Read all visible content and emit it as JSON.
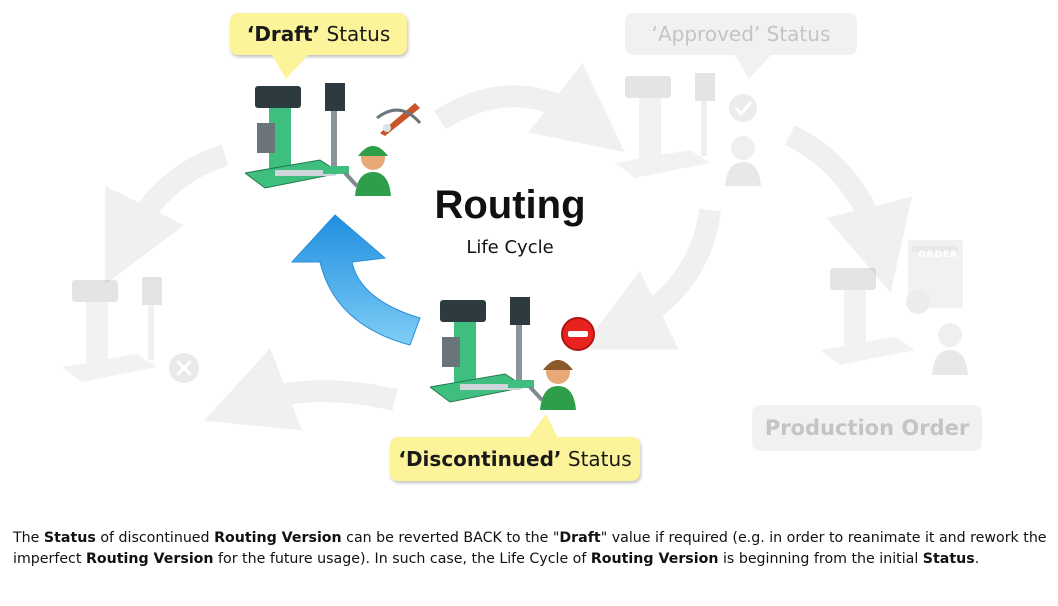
{
  "diagram": {
    "title": "Routing",
    "subtitle": "Life Cycle",
    "statuses": {
      "draft": {
        "quote": "‘Draft’",
        "suffix": "Status"
      },
      "approved": {
        "quote": "‘Approved’",
        "suffix": "Status"
      },
      "discontinued": {
        "quote": "‘Discontinued’",
        "suffix": "Status"
      }
    },
    "production_order": "Production Order",
    "order_doc_label": "ORDER"
  },
  "description": {
    "p1": "The ",
    "b1": "Status",
    "p2": " of discontinued ",
    "b2": "Routing Version",
    "p3": " can be reverted BACK to the \"",
    "b3": "Draft",
    "p4": "\" value if required (e.g. in order to reanimate it and rework the imperfect ",
    "b4": "Routing Version",
    "p5": " for the future usage).  In such case, the Life Cycle of ",
    "b5": "Routing Version",
    "p6": " is beginning from the initial ",
    "b6": "Status",
    "p7": "."
  },
  "colors": {
    "active_callout": "#fbf49a",
    "machine_green": "#3fbf7f",
    "machine_dark": "#2d3b40",
    "revert_arrow": "#3fa6ea",
    "discontinued_badge": "#e8231f"
  }
}
